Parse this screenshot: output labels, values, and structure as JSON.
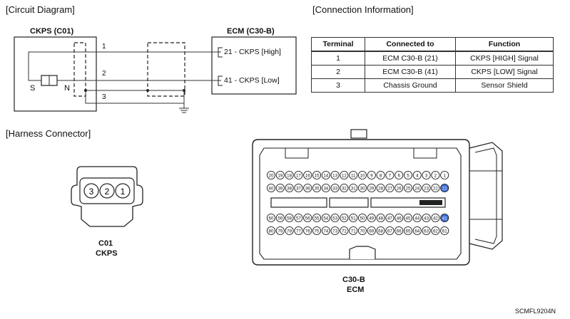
{
  "sections": {
    "circuit_diagram": "[Circuit Diagram]",
    "connection_info": "[Connection Information]",
    "harness_connector": "[Harness Connector]"
  },
  "circuit": {
    "ckps_title": "CKPS (C01)",
    "ecm_title": "ECM (C30-B)",
    "pin_1": "1",
    "pin_2": "2",
    "pin_3": "3",
    "sensor_s": "S",
    "sensor_n": "N",
    "ecm_pin_21": "21 - CKPS [High]",
    "ecm_pin_41": "41 - CKPS [Low]"
  },
  "table": {
    "headers": [
      "Terminal",
      "Connected to",
      "Function"
    ],
    "rows": [
      [
        "1",
        "ECM C30-B (21)",
        "CKPS [HIGH] Signal"
      ],
      [
        "2",
        "ECM C30-B (41)",
        "CKPS [LOW] Signal"
      ],
      [
        "3",
        "Chassis Ground",
        "Sensor Shield"
      ]
    ]
  },
  "harness": {
    "c01_pins": [
      "3",
      "2",
      "1"
    ],
    "c01_code": "C01",
    "c01_name": "CKPS",
    "ecm_code": "C30-B",
    "ecm_name": "ECM",
    "row1_pins": [
      "20",
      "19",
      "18",
      "17",
      "16",
      "15",
      "14",
      "13",
      "12",
      "11",
      "10",
      "9",
      "8",
      "7",
      "6",
      "5",
      "4",
      "3",
      "2",
      "1"
    ],
    "row2_pins": [
      "40",
      "39",
      "38",
      "37",
      "36",
      "35",
      "34",
      "33",
      "32",
      "31",
      "30",
      "29",
      "28",
      "27",
      "26",
      "25",
      "24",
      "23",
      "22",
      "21"
    ],
    "row3_pins": [
      "60",
      "59",
      "58",
      "57",
      "56",
      "55",
      "54",
      "53",
      "52",
      "51",
      "50",
      "49",
      "48",
      "47",
      "46",
      "45",
      "44",
      "43",
      "42",
      "41"
    ],
    "row4_pins": [
      "80",
      "79",
      "78",
      "77",
      "76",
      "75",
      "74",
      "73",
      "72",
      "71",
      "70",
      "69",
      "68",
      "67",
      "66",
      "65",
      "64",
      "63",
      "62",
      "61"
    ],
    "highlight_pins": [
      "21",
      "41"
    ],
    "highlight_color": "#3b6fd6"
  },
  "doc_code": "SCMFL9204N"
}
